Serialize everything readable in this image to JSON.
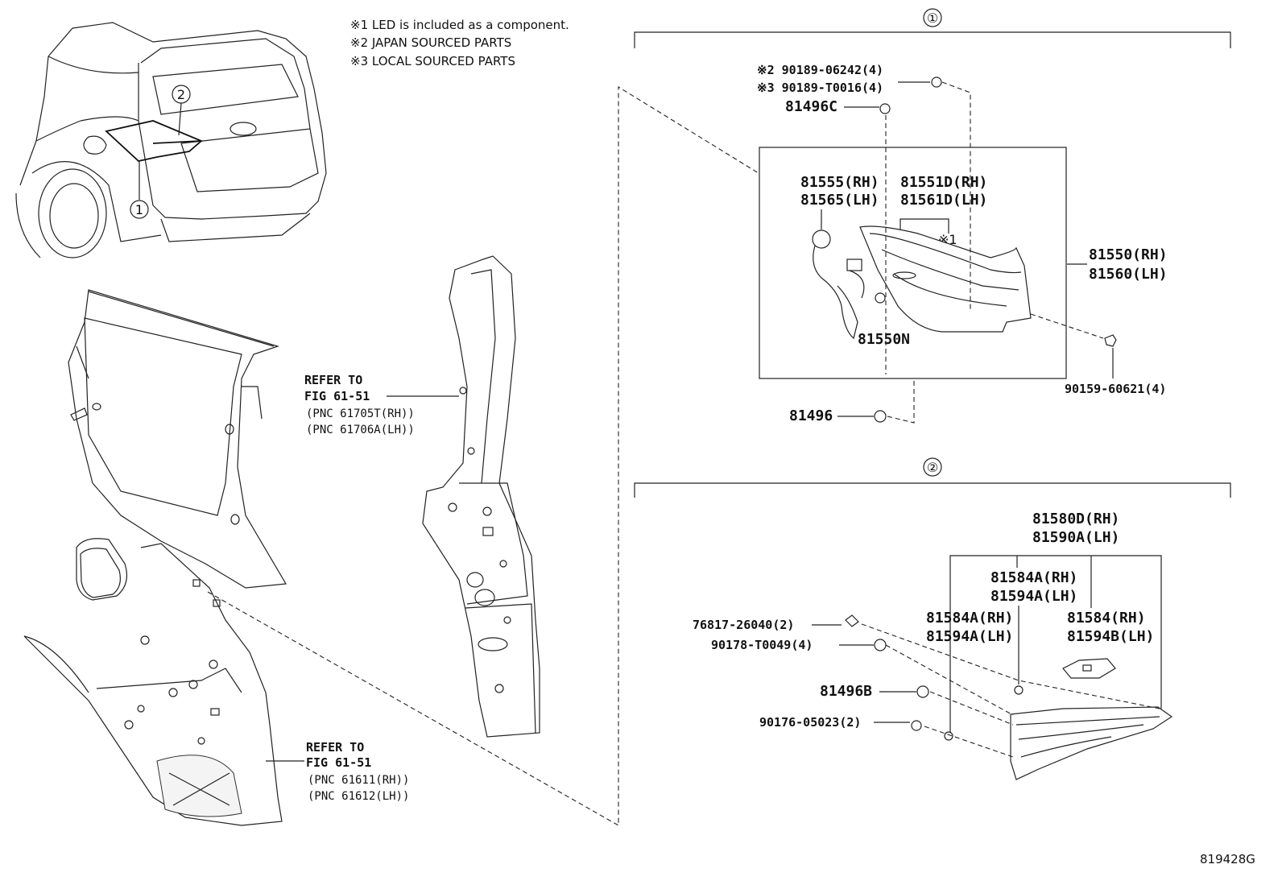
{
  "notes": [
    "※1 LED is included as a component.",
    "※2 JAPAN SOURCED PARTS",
    "※3 LOCAL SOURCED PARTS"
  ],
  "callouts": {
    "one": "①",
    "two": "②",
    "car_one": "1",
    "car_two": "2"
  },
  "refer_a": {
    "line1": "REFER TO",
    "line2": "FIG 61-51",
    "line3": "(PNC 61705T(RH))",
    "line4": "(PNC 61706A(LH))"
  },
  "refer_b": {
    "line1": "REFER TO",
    "line2": "FIG 61-51",
    "line3": "(PNC 61611(RH))",
    "line4": "(PNC 61612(LH))"
  },
  "group1": {
    "p1": "※2 90189-06242(4)",
    "p2": "※3 90189-T0016(4)",
    "p3": "81496C",
    "p4a": "81555(RH)",
    "p4b": "81565(LH)",
    "p5a": "81551D(RH)",
    "p5b": "81561D(LH)",
    "p5note": "※1",
    "p6a": "81550(RH)",
    "p6b": "81560(LH)",
    "p7": "81550N",
    "p8": "90159-60621(4)",
    "p9": "81496"
  },
  "group2": {
    "p1a": "81580D(RH)",
    "p1b": "81590A(LH)",
    "p2a": "81584A(RH)",
    "p2b": "81594A(LH)",
    "p3a": "81584A(RH)",
    "p3b": "81594A(LH)",
    "p4a": "81584(RH)",
    "p4b": "81594B(LH)",
    "p5": "76817-26040(2)",
    "p6": "90178-T0049(4)",
    "p7": "81496B",
    "p8": "90176-05023(2)"
  },
  "figure_id": "819428G"
}
